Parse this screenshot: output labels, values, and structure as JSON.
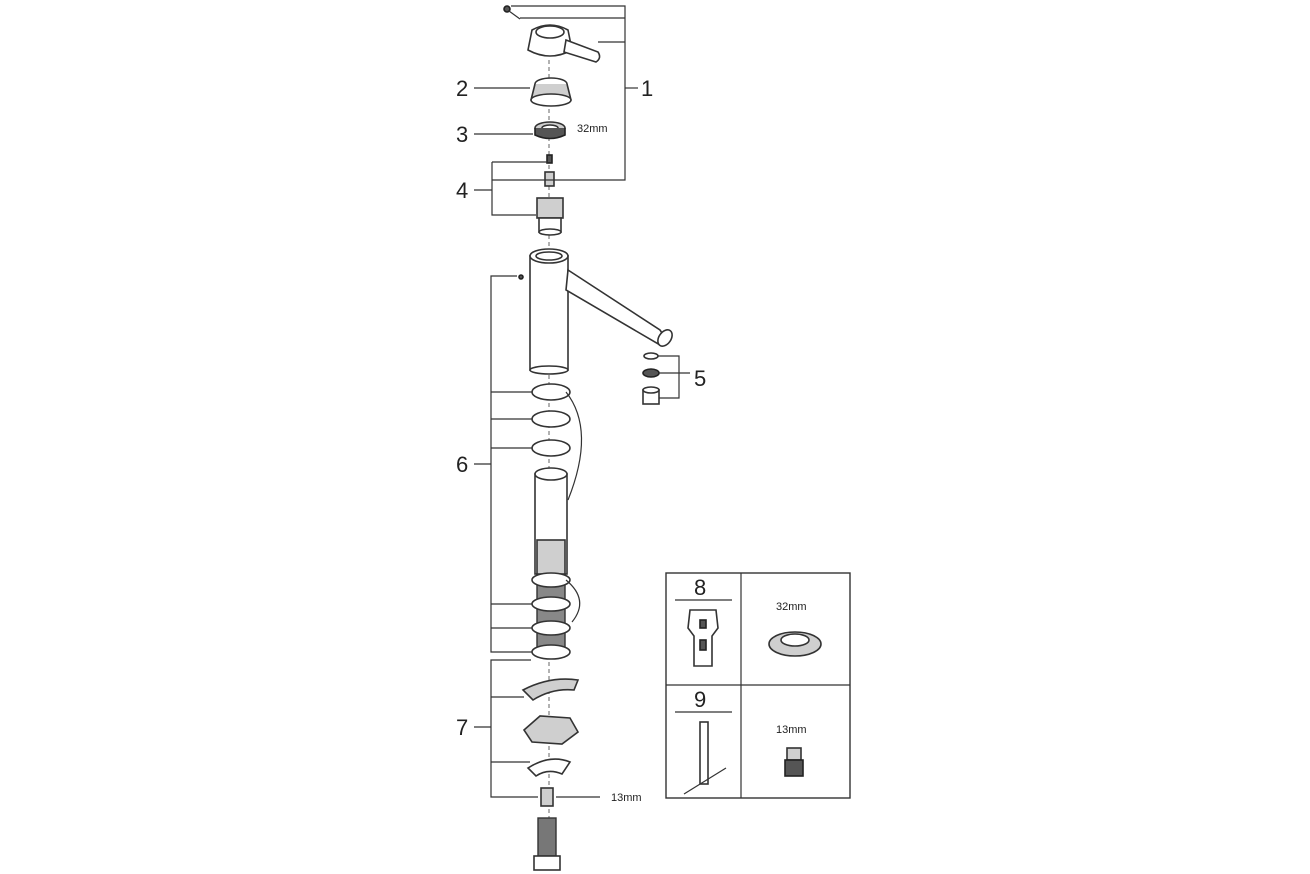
{
  "callouts": {
    "c1": "1",
    "c2": "2",
    "c3": "3",
    "c4": "4",
    "c5": "5",
    "c6": "6",
    "c7": "7"
  },
  "dimensions": {
    "nut_top": "32mm",
    "nut_bottom": "13mm"
  },
  "tools_box": {
    "tool8": {
      "number": "8",
      "size": "32mm"
    },
    "tool9": {
      "number": "9",
      "size": "13mm"
    }
  }
}
